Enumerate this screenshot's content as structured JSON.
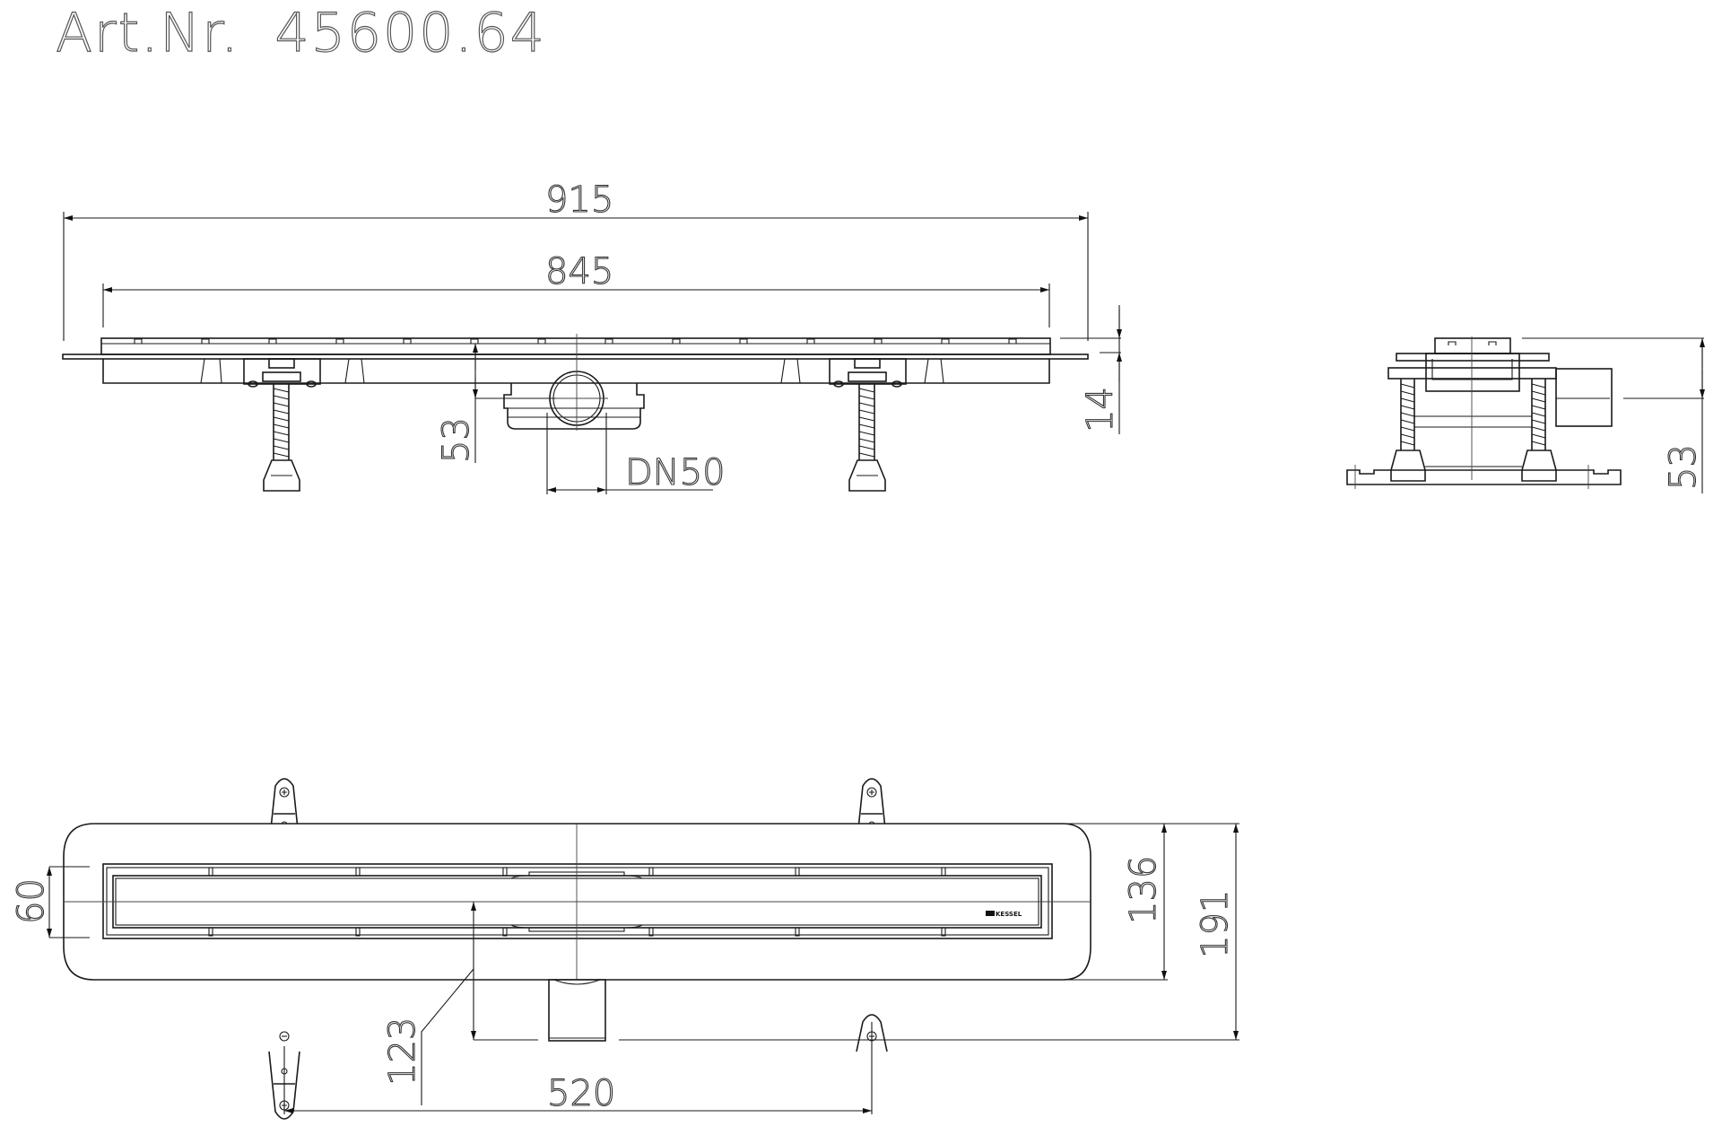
{
  "title": {
    "label": "Art.Nr.",
    "number": "45600.64"
  },
  "front_view": {
    "dimensions": {
      "overall_length": "915",
      "channel_length": "845",
      "outlet_height": "53",
      "grate_height": "14",
      "outlet_size": "DN50"
    }
  },
  "side_view": {
    "dimensions": {
      "outlet_height": "53"
    }
  },
  "plan_view": {
    "dimensions": {
      "grate_width": "60",
      "body_width": "136",
      "overall_width": "191",
      "outlet_offset": "123",
      "foot_spacing": "520"
    },
    "logo_text": "KESSEL"
  },
  "colors": {
    "line": "#1a1a1a",
    "background": "#ffffff"
  }
}
